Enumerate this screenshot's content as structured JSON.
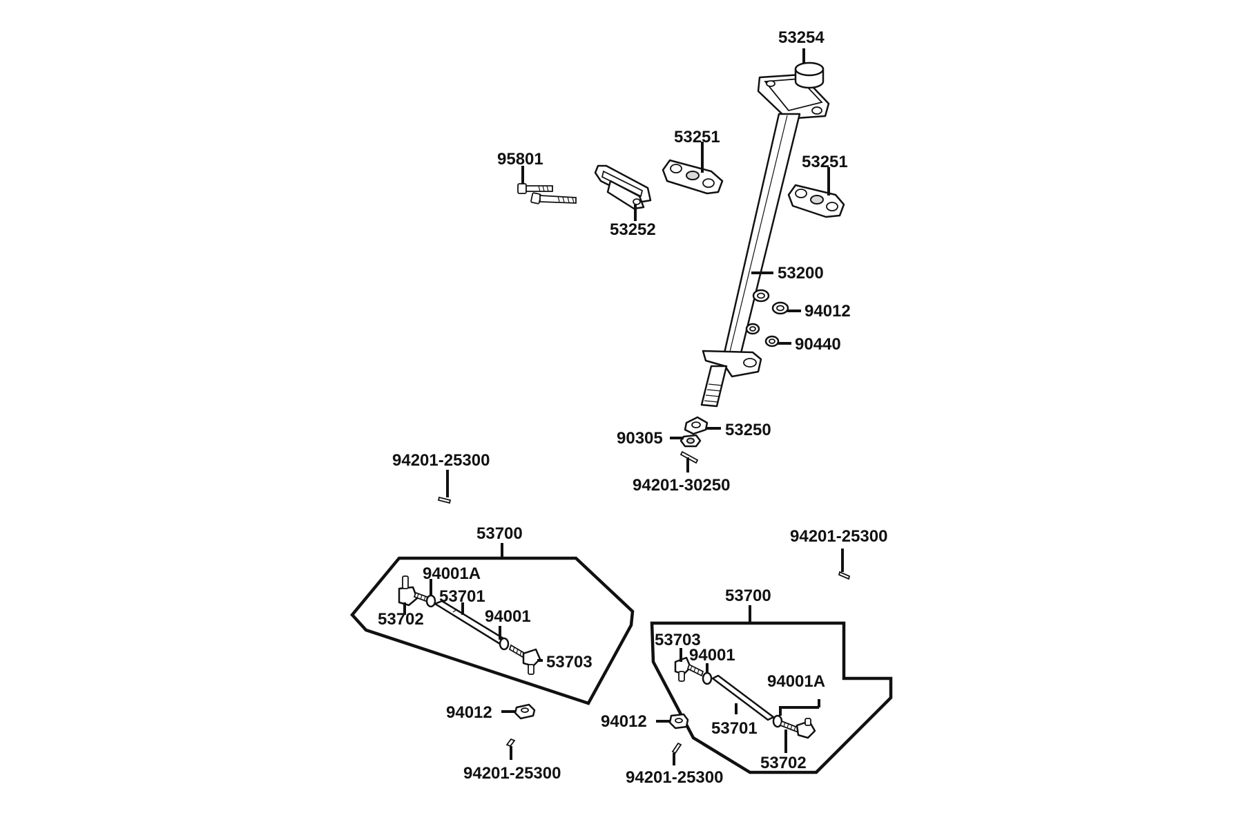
{
  "labels": {
    "l53254": "53254",
    "l53251a": "53251",
    "l53251b": "53251",
    "l95801": "95801",
    "l53252": "53252",
    "l53200": "53200",
    "l94012a": "94012",
    "l90440": "90440",
    "l53250": "53250",
    "l90305": "90305",
    "l94201_30250": "94201-30250",
    "l94201_25300a": "94201-25300",
    "l94201_25300b": "94201-25300",
    "l94201_25300c": "94201-25300",
    "l94201_25300d": "94201-25300",
    "l53700a": "53700",
    "l53700b": "53700",
    "l94001Aa": "94001A",
    "l53701a": "53701",
    "l53702a": "53702",
    "l94001a": "94001",
    "l53703a": "53703",
    "l94012b": "94012",
    "l53703b": "53703",
    "l94001b": "94001",
    "l94001Ab": "94001A",
    "l53701b": "53701",
    "l53702b": "53702",
    "l94012c": "94012"
  }
}
